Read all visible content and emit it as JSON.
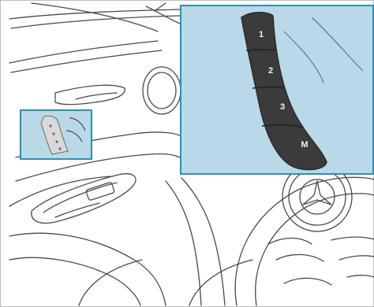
{
  "illustration": {
    "subject": "memory-function-buttons-on-door-panel",
    "colors": {
      "line_art": "#4a4a4a",
      "highlight_fill": "#b9d9e9",
      "highlight_border": "#2b8fb5",
      "keypad_fill": "#3b3b3b",
      "keypad_divider": "#222222",
      "border": "#bdbdbd"
    }
  },
  "keypad": {
    "buttons": [
      {
        "label": "1"
      },
      {
        "label": "2"
      },
      {
        "label": "3"
      },
      {
        "label": "M"
      }
    ]
  }
}
